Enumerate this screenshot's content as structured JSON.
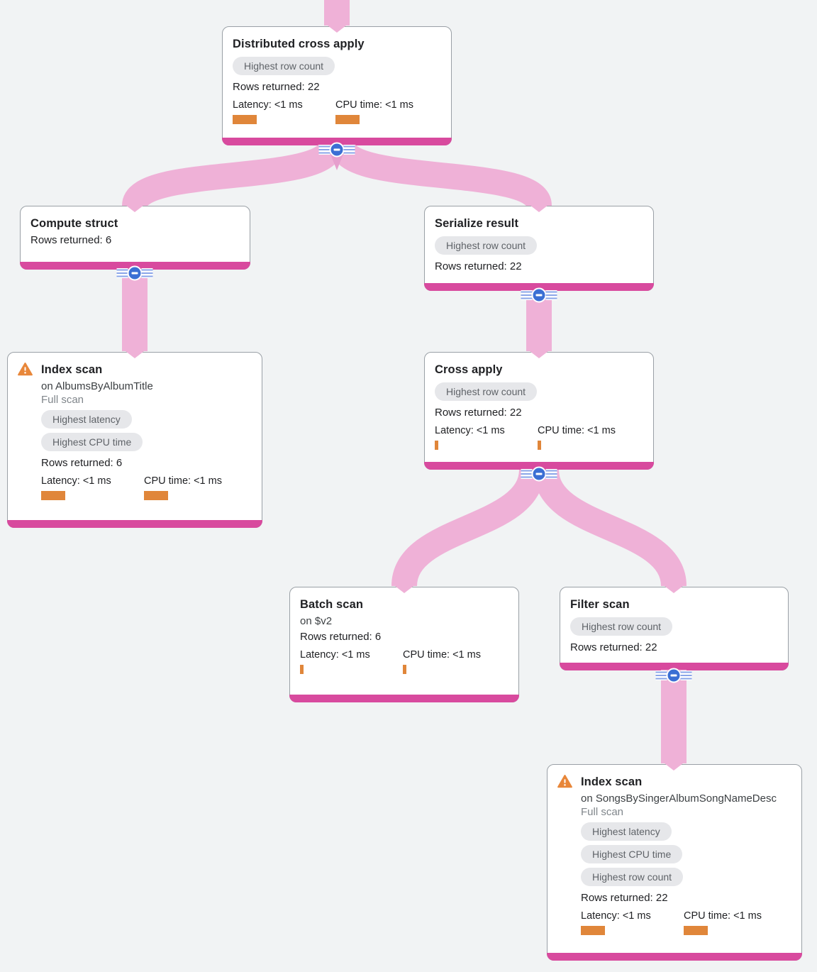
{
  "colors": {
    "background": "#f1f3f4",
    "card_border": "#9aa0a6",
    "node_accent_bar": "#d84a9e",
    "link_pink": "#efb1d7",
    "link_overlap_pink": "#e69fcd",
    "badge_background": "#e6e7ea",
    "badge_text": "#5f6368",
    "metric_bar_orange": "#e0863a",
    "warning_orange": "#e8873a",
    "collapse_button_blue": "#3b6fd4"
  },
  "nodes": [
    {
      "title": "Distributed cross apply",
      "badges": [
        "Highest row count"
      ],
      "rows": "Rows returned: 22",
      "latency_label": "Latency: <1 ms",
      "cpu_label": "CPU time: <1 ms"
    },
    {
      "title": "Compute struct",
      "rows": "Rows returned: 6"
    },
    {
      "title": "Serialize result",
      "badges": [
        "Highest row count"
      ],
      "rows": "Rows returned: 22"
    },
    {
      "title": "Index scan",
      "on": "on AlbumsByAlbumTitle",
      "note": "Full scan",
      "badges": [
        "Highest latency",
        "Highest CPU time"
      ],
      "rows": "Rows returned: 6",
      "latency_label": "Latency: <1 ms",
      "cpu_label": "CPU time: <1 ms"
    },
    {
      "title": "Cross apply",
      "badges": [
        "Highest row count"
      ],
      "rows": "Rows returned: 22",
      "latency_label": "Latency: <1 ms",
      "cpu_label": "CPU time: <1 ms"
    },
    {
      "title": "Batch scan",
      "on": "on $v2",
      "rows": "Rows returned: 6",
      "latency_label": "Latency: <1 ms",
      "cpu_label": "CPU time: <1 ms"
    },
    {
      "title": "Filter scan",
      "badges": [
        "Highest row count"
      ],
      "rows": "Rows returned: 22"
    },
    {
      "title": "Index scan",
      "on": "on SongsBySingerAlbumSongNameDesc",
      "note": "Full scan",
      "badges": [
        "Highest latency",
        "Highest CPU time",
        "Highest row count"
      ],
      "rows": "Rows returned: 22",
      "latency_label": "Latency: <1 ms",
      "cpu_label": "CPU time: <1 ms"
    }
  ]
}
